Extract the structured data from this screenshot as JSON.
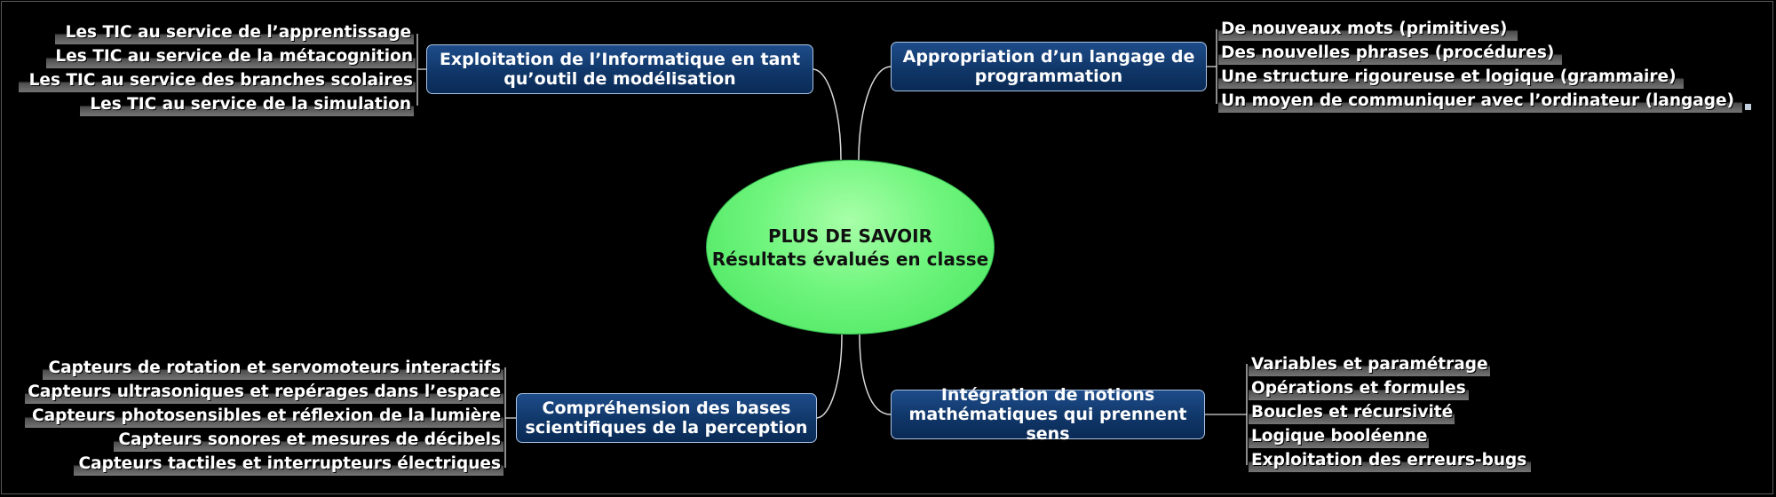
{
  "center": {
    "line1": "PLUS DE SAVOIR",
    "line2": "Résultats évalués en classe"
  },
  "branches": {
    "top_left": {
      "line1": "Exploitation de l’Informatique en tant",
      "line2": "qu’outil de modélisation",
      "leaves": [
        "Les TIC au service de l’apprentissage",
        "Les TIC au service de la métacognition",
        "Les TIC au service des branches scolaires",
        "Les TIC au service de la simulation"
      ]
    },
    "top_right": {
      "line1": "Appropriation d’un langage de",
      "line2": "programmation",
      "leaves": [
        "De nouveaux mots (primitives)",
        "Des nouvelles phrases (procédures)",
        "Une structure rigoureuse et logique (grammaire)",
        "Un moyen de communiquer avec l’ordinateur (langage)"
      ]
    },
    "bottom_left": {
      "line1": "Compréhension des bases",
      "line2": "scientifiques de la perception",
      "leaves": [
        "Capteurs de rotation et servomoteurs interactifs",
        "Capteurs ultrasoniques et repérages dans l’espace",
        "Capteurs photosensibles et réflexion de la lumière",
        "Capteurs sonores et mesures de décibels",
        "Capteurs tactiles et interrupteurs électriques"
      ]
    },
    "bottom_right": {
      "line1": "Intégration de notions",
      "line2": "mathématiques qui prennent sens",
      "leaves": [
        "Variables et paramétrage",
        "Opérations et formules",
        "Boucles et récursivité",
        "Logique booléenne",
        "Exploitation des erreurs-bugs"
      ]
    }
  },
  "colors": {
    "background": "#000000",
    "center_fill": "#6ff57d",
    "branch_fill": "#103769",
    "branch_border": "#a9c4e6",
    "connector": "#d8d8d8",
    "leaf_text": "#ffffff"
  }
}
